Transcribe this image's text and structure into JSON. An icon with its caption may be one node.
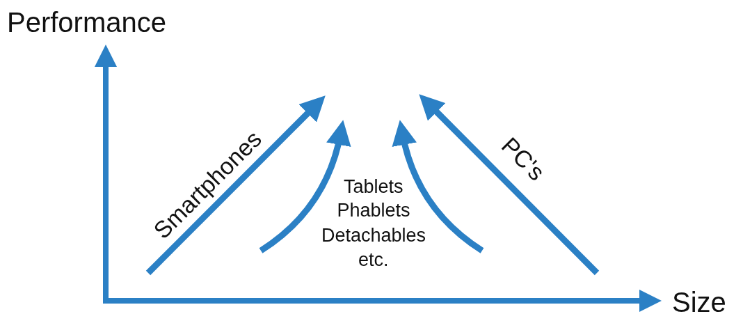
{
  "diagram": {
    "labels": [
      "Performance",
      "Smartphones",
      "Tablets",
      "Phablets",
      "Detachables",
      "etc.",
      "PC's",
      "Size"
    ]
  }
}
